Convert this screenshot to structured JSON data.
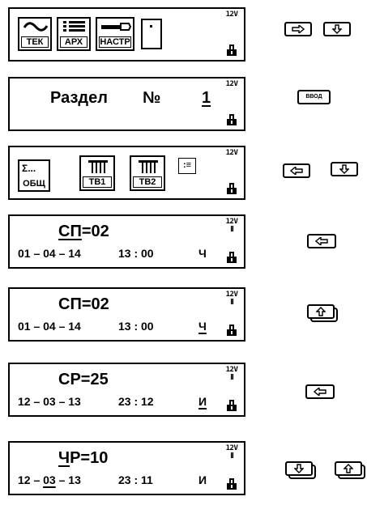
{
  "status": {
    "voltage": "12V",
    "pause": "II"
  },
  "screen1": {
    "tiles": [
      "ТЕК",
      "АРХ",
      "НАСТР"
    ]
  },
  "screen2": {
    "label": "Раздел",
    "number_sign": "№",
    "value": "1"
  },
  "screen3": {
    "tiles": [
      "ОБЩ",
      "ТВ1",
      "ТВ2"
    ],
    "sigma": "Σ...",
    "menu_glyph": ":≡"
  },
  "screen4": {
    "param_prefix": "СП",
    "param_value": "=02",
    "date": "01 – 04 – 14",
    "time": "13 : 00",
    "unit": "Ч"
  },
  "screen5": {
    "param": "СП=02",
    "date": "01 – 04 – 14",
    "time": "13 : 00",
    "unit": "Ч"
  },
  "screen6": {
    "param": "СР=25",
    "date": "12 – 03 – 13",
    "time": "23 : 12",
    "unit": "И"
  },
  "screen7": {
    "param_prefix": "Ч",
    "param_value": "Р=10",
    "date_start": "12 – ",
    "date_mid": "03",
    "date_end": " – 13",
    "time": "23 : 11",
    "unit": "И"
  },
  "keys": {
    "enter_label": "ВВОД"
  },
  "icons": [
    "arrow-right-icon",
    "arrow-down-icon",
    "arrow-left-icon",
    "arrow-up-icon",
    "lock-icon"
  ]
}
